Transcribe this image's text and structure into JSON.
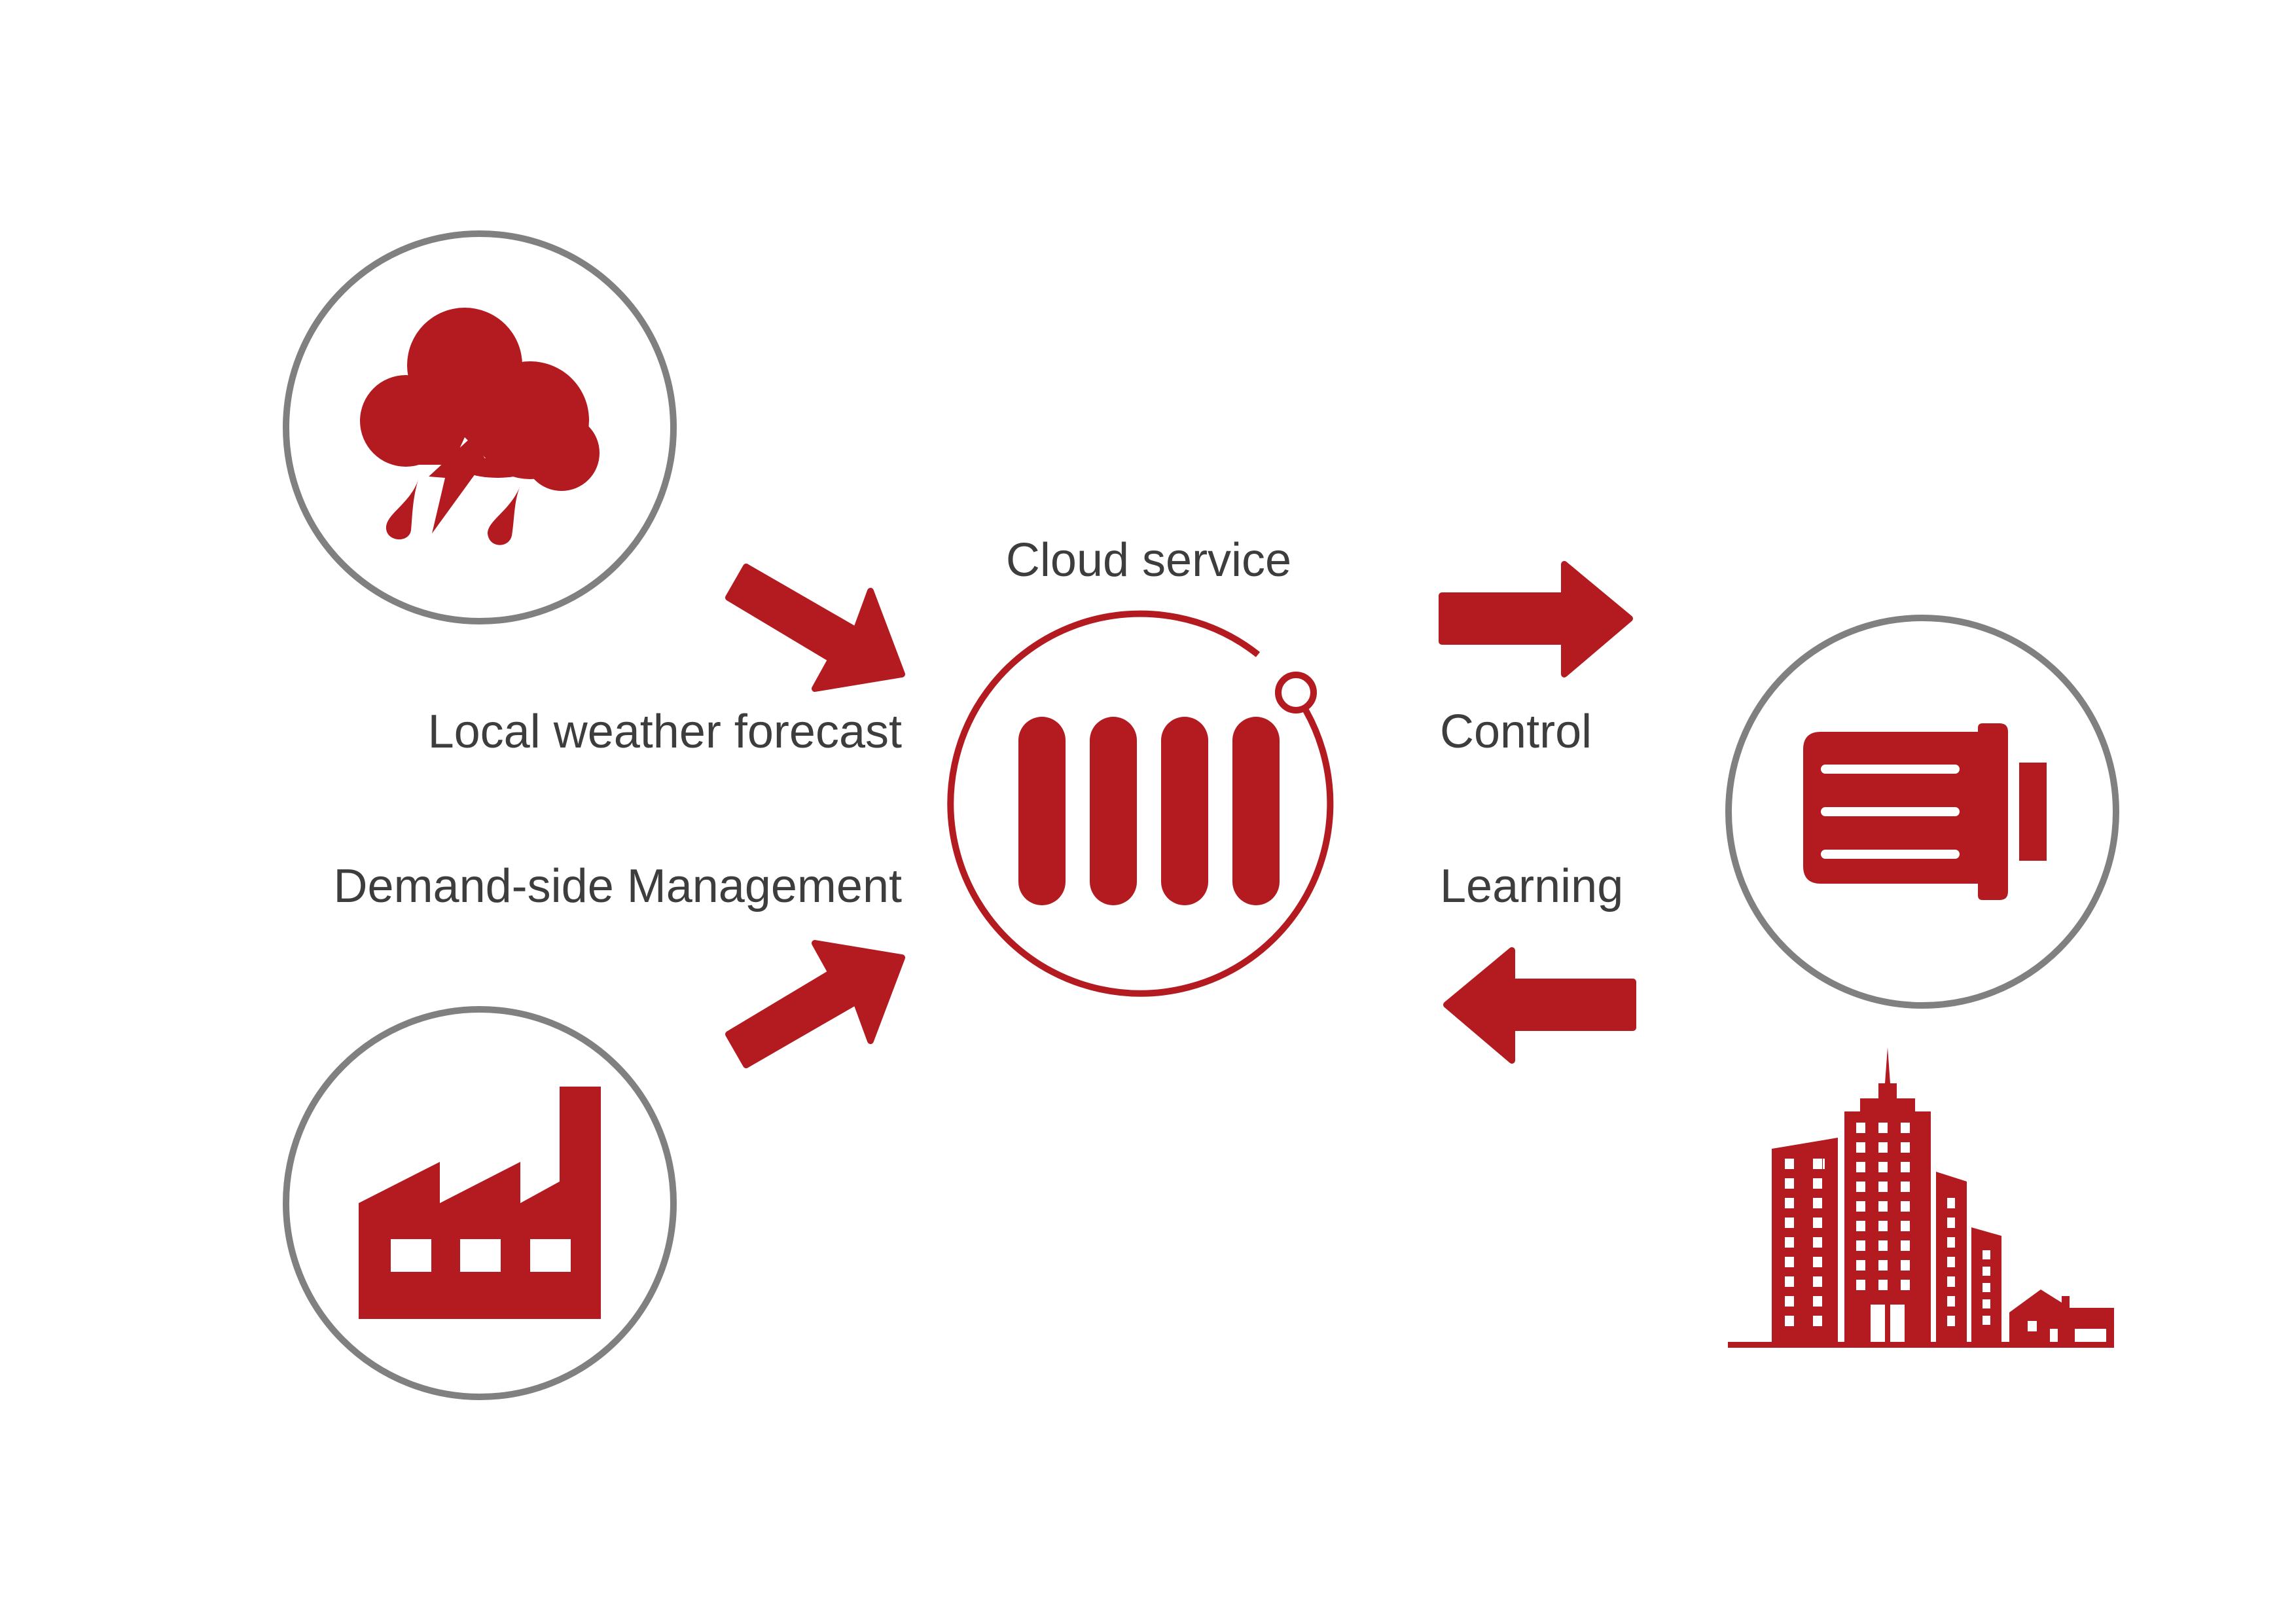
{
  "colors": {
    "accent": "#b31b20",
    "circle_border": "#808080",
    "text": "#3d3d3d",
    "background": "#ffffff"
  },
  "labels": {
    "cloud_service": "Cloud service",
    "weather": "Local weather forecast",
    "demand": "Demand-side Management",
    "control": "Control",
    "learning": "Learning"
  },
  "icons": {
    "weather": "storm-cloud-icon",
    "factory": "factory-icon",
    "cloud_service": "radiator-hub-icon",
    "radiator": "radiator-icon",
    "buildings": "city-buildings-icon"
  }
}
